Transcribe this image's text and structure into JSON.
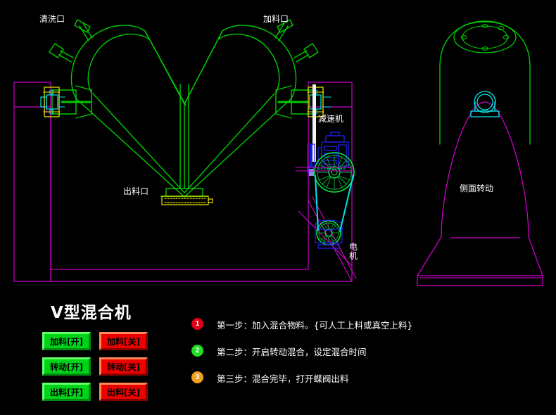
{
  "diagram": {
    "labels": {
      "wash_port": "清洗口",
      "feed_port": "加料口",
      "discharge_port": "出料口",
      "reducer": "减速机",
      "motor": "电\n机",
      "side_rotation": "侧面转动"
    },
    "colors": {
      "vessel": "#00cc00",
      "frame": "#cc00cc",
      "bearing": "#00e5e5",
      "bearing_block": "#e5e500",
      "gearbox": "#2020ee",
      "pulley": "#00ee44",
      "belt": "#00e5e5",
      "background": "#000000"
    }
  },
  "title": "V型混合机",
  "buttons": {
    "on_column": [
      {
        "label": "加料[开]",
        "state": "on"
      },
      {
        "label": "转动[开]",
        "state": "on"
      },
      {
        "label": "出料[开]",
        "state": "on"
      }
    ],
    "off_column": [
      {
        "label": "加料[关]",
        "state": "off"
      },
      {
        "label": "转动[关]",
        "state": "off"
      },
      {
        "label": "出料[关]",
        "state": "off"
      }
    ]
  },
  "steps": [
    {
      "num": "1",
      "color": "#e00018",
      "text": "第一步：加入混合物料。{可人工上料或真空上料}"
    },
    {
      "num": "2",
      "color": "#22dd22",
      "text": "第二步：开启转动混合，设定混合时间"
    },
    {
      "num": "3",
      "color": "#f0a020",
      "text": "第三步：混合完毕，打开蝶阀出料"
    }
  ]
}
